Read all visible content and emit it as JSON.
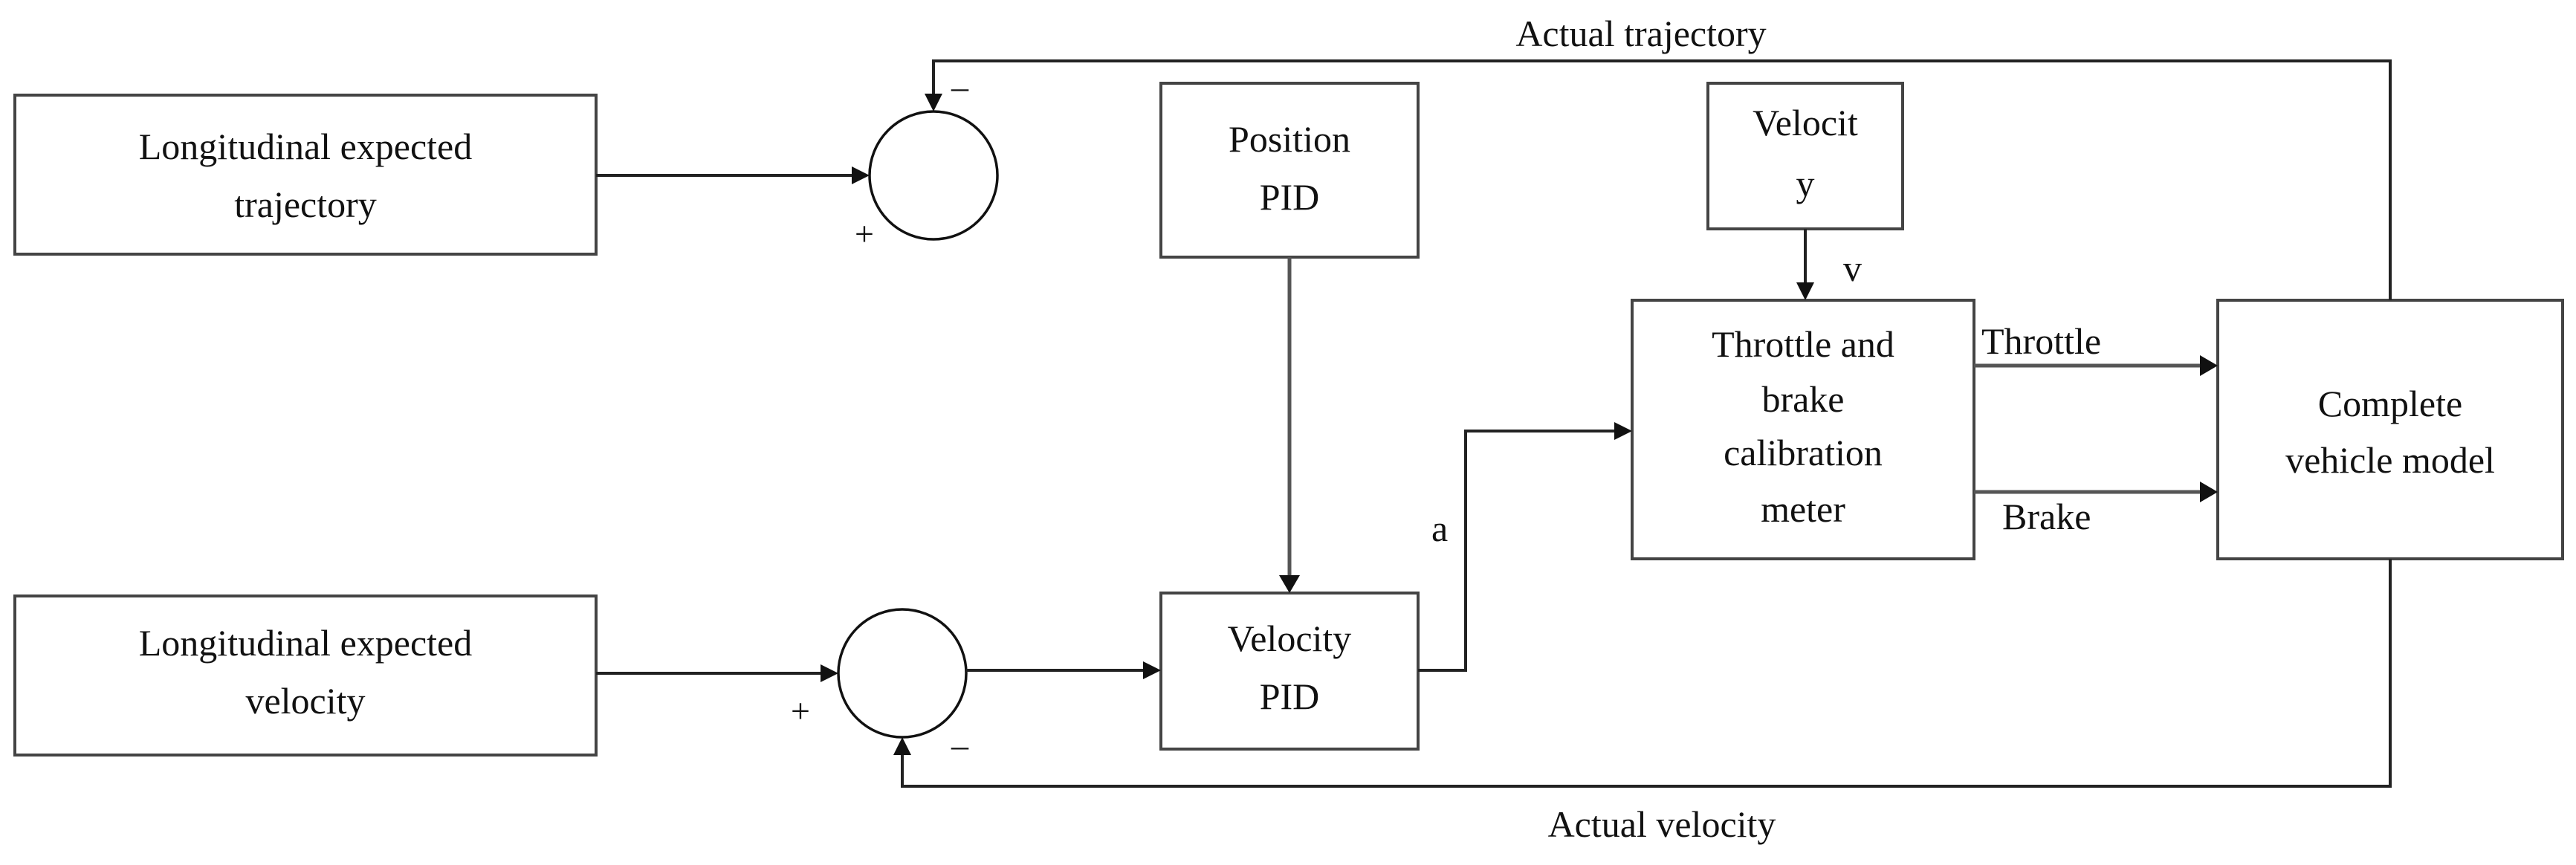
{
  "blocks": {
    "traj_expected": [
      "Longitudinal expected",
      "trajectory"
    ],
    "vel_expected": [
      "Longitudinal expected",
      "velocity"
    ],
    "position_pid": [
      "Position",
      "PID"
    ],
    "velocity_pid": [
      "Velocity",
      "PID"
    ],
    "velocity_source": [
      "Velocit",
      "y"
    ],
    "calibration": [
      "Throttle and",
      "brake",
      "calibration",
      "meter"
    ],
    "vehicle": [
      "Complete",
      "vehicle model"
    ]
  },
  "signals": {
    "actual_trajectory": "Actual trajectory",
    "actual_velocity": "Actual velocity",
    "throttle": "Throttle",
    "brake": "Brake",
    "v": "v",
    "a": "a"
  },
  "signs": {
    "sum1_top": "–",
    "sum1_left": "+",
    "sum2_left": "+",
    "sum2_bottom": "–"
  }
}
